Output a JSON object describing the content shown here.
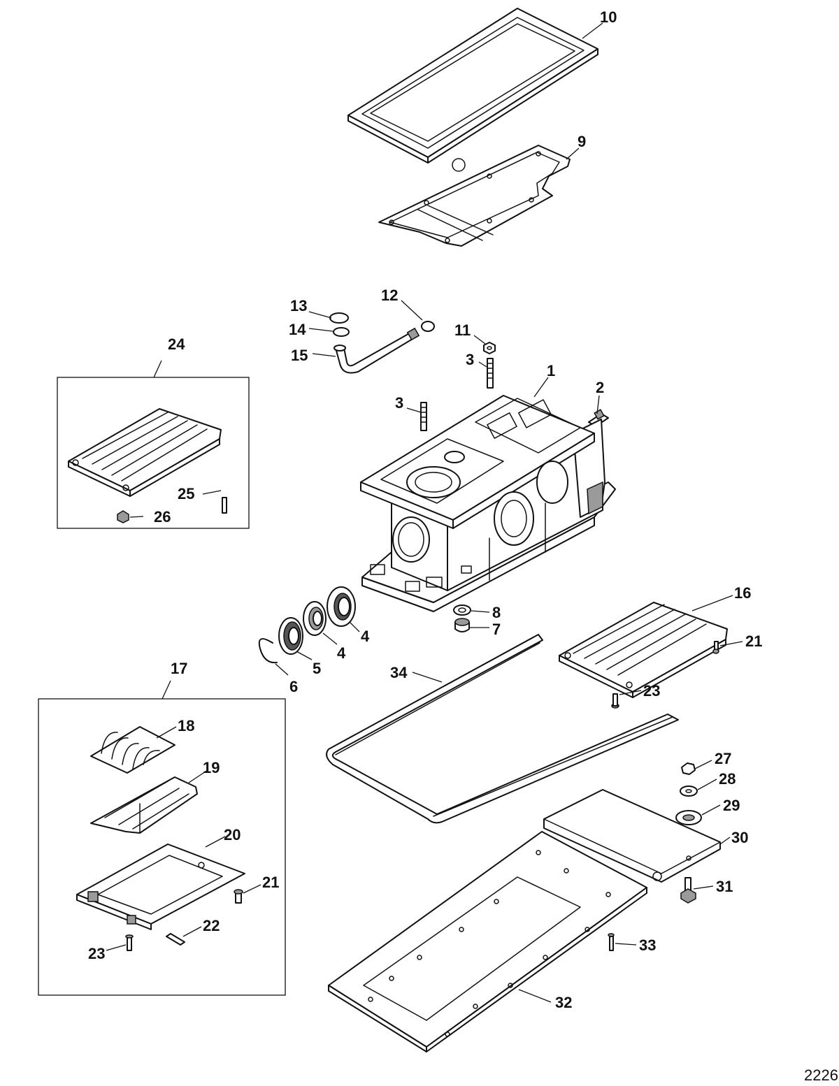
{
  "figure_number": "2226",
  "callouts": {
    "c1": "1",
    "c2": "2",
    "c3a": "3",
    "c3b": "3",
    "c4a": "4",
    "c4b": "4",
    "c5": "5",
    "c6": "6",
    "c7": "7",
    "c8": "8",
    "c9": "9",
    "c10": "10",
    "c11": "11",
    "c12": "12",
    "c13": "13",
    "c14": "14",
    "c15": "15",
    "c16": "16",
    "c17": "17",
    "c18": "18",
    "c19": "19",
    "c20": "20",
    "c21a": "21",
    "c21b": "21",
    "c22": "22",
    "c23a": "23",
    "c23b": "23",
    "c24": "24",
    "c25": "25",
    "c26": "26",
    "c27": "27",
    "c28": "28",
    "c29": "29",
    "c30": "30",
    "c31": "31",
    "c32": "32",
    "c33": "33",
    "c34": "34"
  }
}
